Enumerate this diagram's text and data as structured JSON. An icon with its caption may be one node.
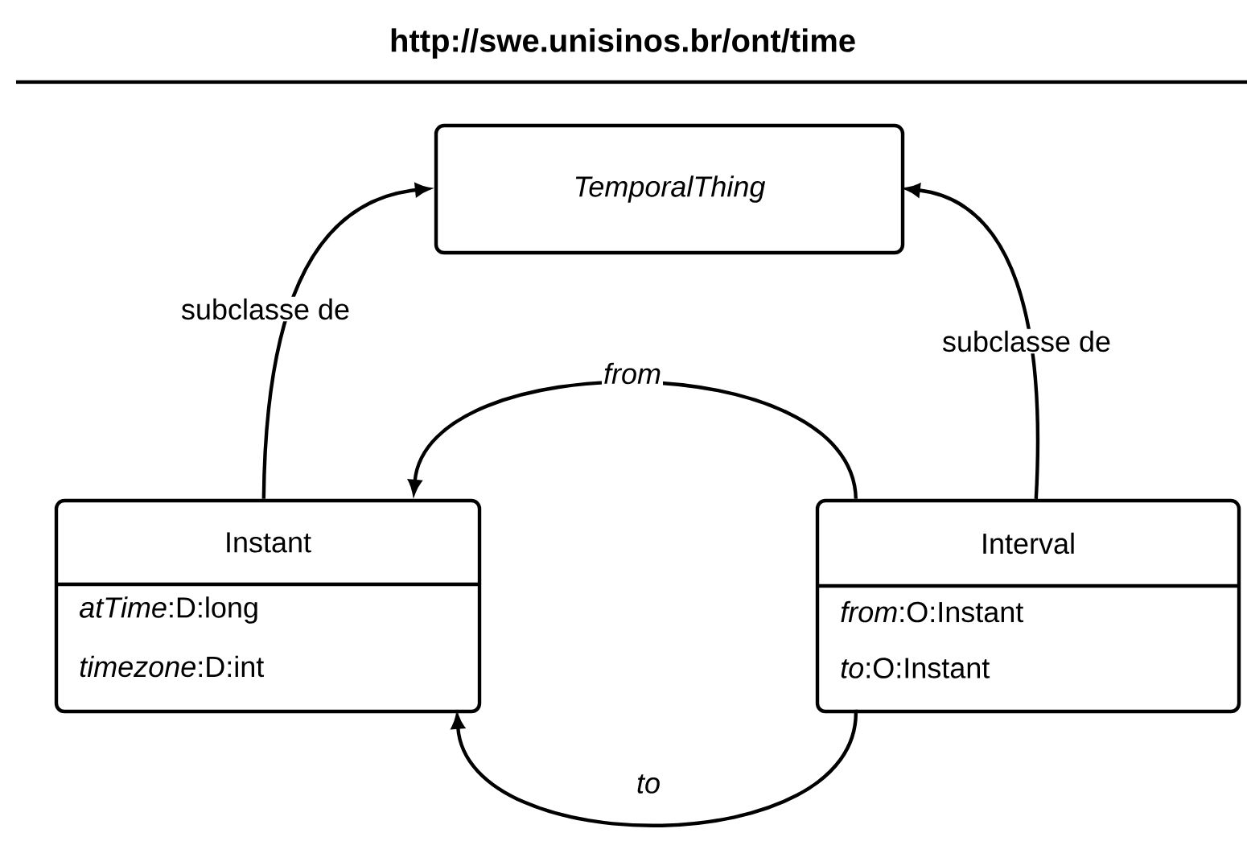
{
  "diagram": {
    "title": "http://swe.unisinos.br/ont/time",
    "nodes": [
      {
        "text": [
          "*TemporalThing*"
        ]
      },
      {
        "text": [
          "Instant",
          "*atTime*:D:long",
          "*timezone*:D:int"
        ]
      },
      {
        "text": [
          "Interval",
          "*from*:O:Instant",
          "*to*:O:Instant"
        ]
      }
    ],
    "edges": [
      {
        "from": 1,
        "to": 0,
        "arrow": "to",
        "label": "subclasse de"
      },
      {
        "from": 2,
        "to": 0,
        "arrow": "to",
        "label": "subclasse de"
      },
      {
        "from": 2,
        "to": 1,
        "arrow": "to",
        "label": "from"
      },
      {
        "from": 2,
        "to": 1,
        "arrow": "to",
        "label": "to"
      }
    ]
  }
}
